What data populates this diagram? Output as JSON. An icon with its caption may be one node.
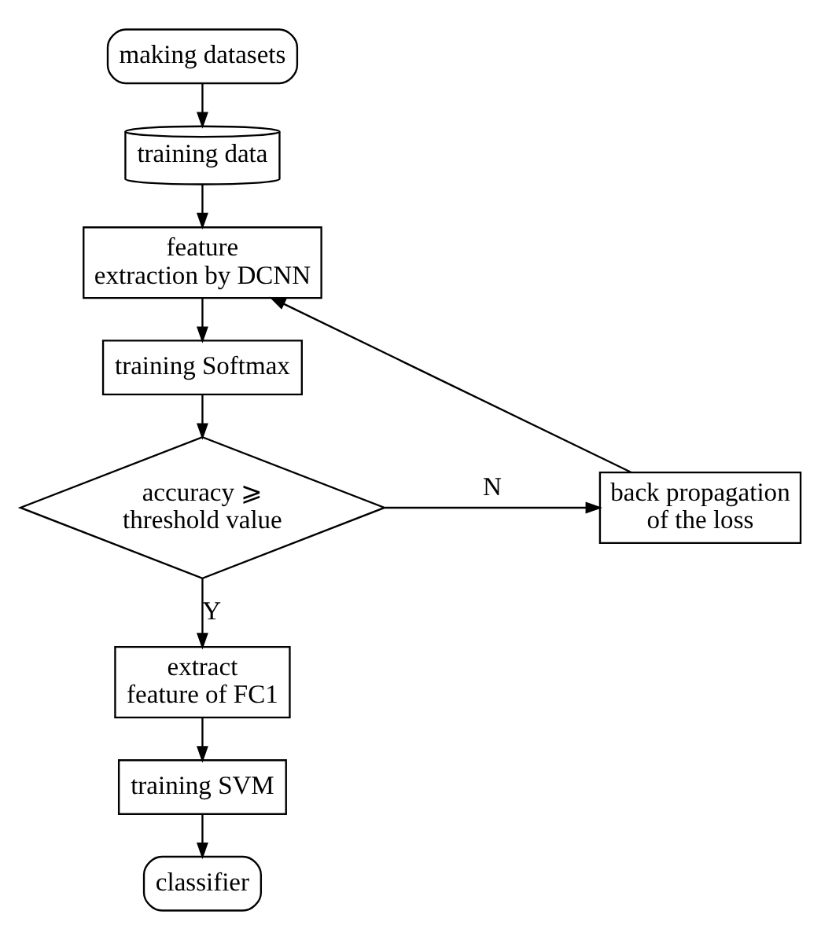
{
  "diagram": {
    "nodes": [
      {
        "text": [
          "making datasets"
        ]
      },
      {
        "text": [
          "training data"
        ]
      },
      {
        "text": [
          "feature extraction by DCNN"
        ]
      },
      {
        "text": [
          "training Softmax"
        ]
      },
      {
        "text": [
          "accuracy ⩾ threshold value"
        ]
      },
      {
        "text": [
          "back propagation of the loss"
        ]
      },
      {
        "text": [
          "extract feature of FC1"
        ]
      },
      {
        "text": [
          "training SVM"
        ]
      },
      {
        "text": [
          "classifier"
        ]
      }
    ],
    "edges": [
      {
        "from": 0,
        "to": 1,
        "arrow": "to"
      },
      {
        "from": 1,
        "to": 2,
        "arrow": "to"
      },
      {
        "from": 2,
        "to": 3,
        "arrow": "to"
      },
      {
        "from": 3,
        "to": 4,
        "arrow": "to"
      },
      {
        "from": 4,
        "to": 5,
        "arrow": "to",
        "label": "N"
      },
      {
        "from": 5,
        "to": 2,
        "arrow": "to"
      },
      {
        "from": 4,
        "to": 6,
        "arrow": "to",
        "label": "Y"
      },
      {
        "from": 6,
        "to": 7,
        "arrow": "to"
      },
      {
        "from": 7,
        "to": 8,
        "arrow": "to"
      }
    ]
  }
}
